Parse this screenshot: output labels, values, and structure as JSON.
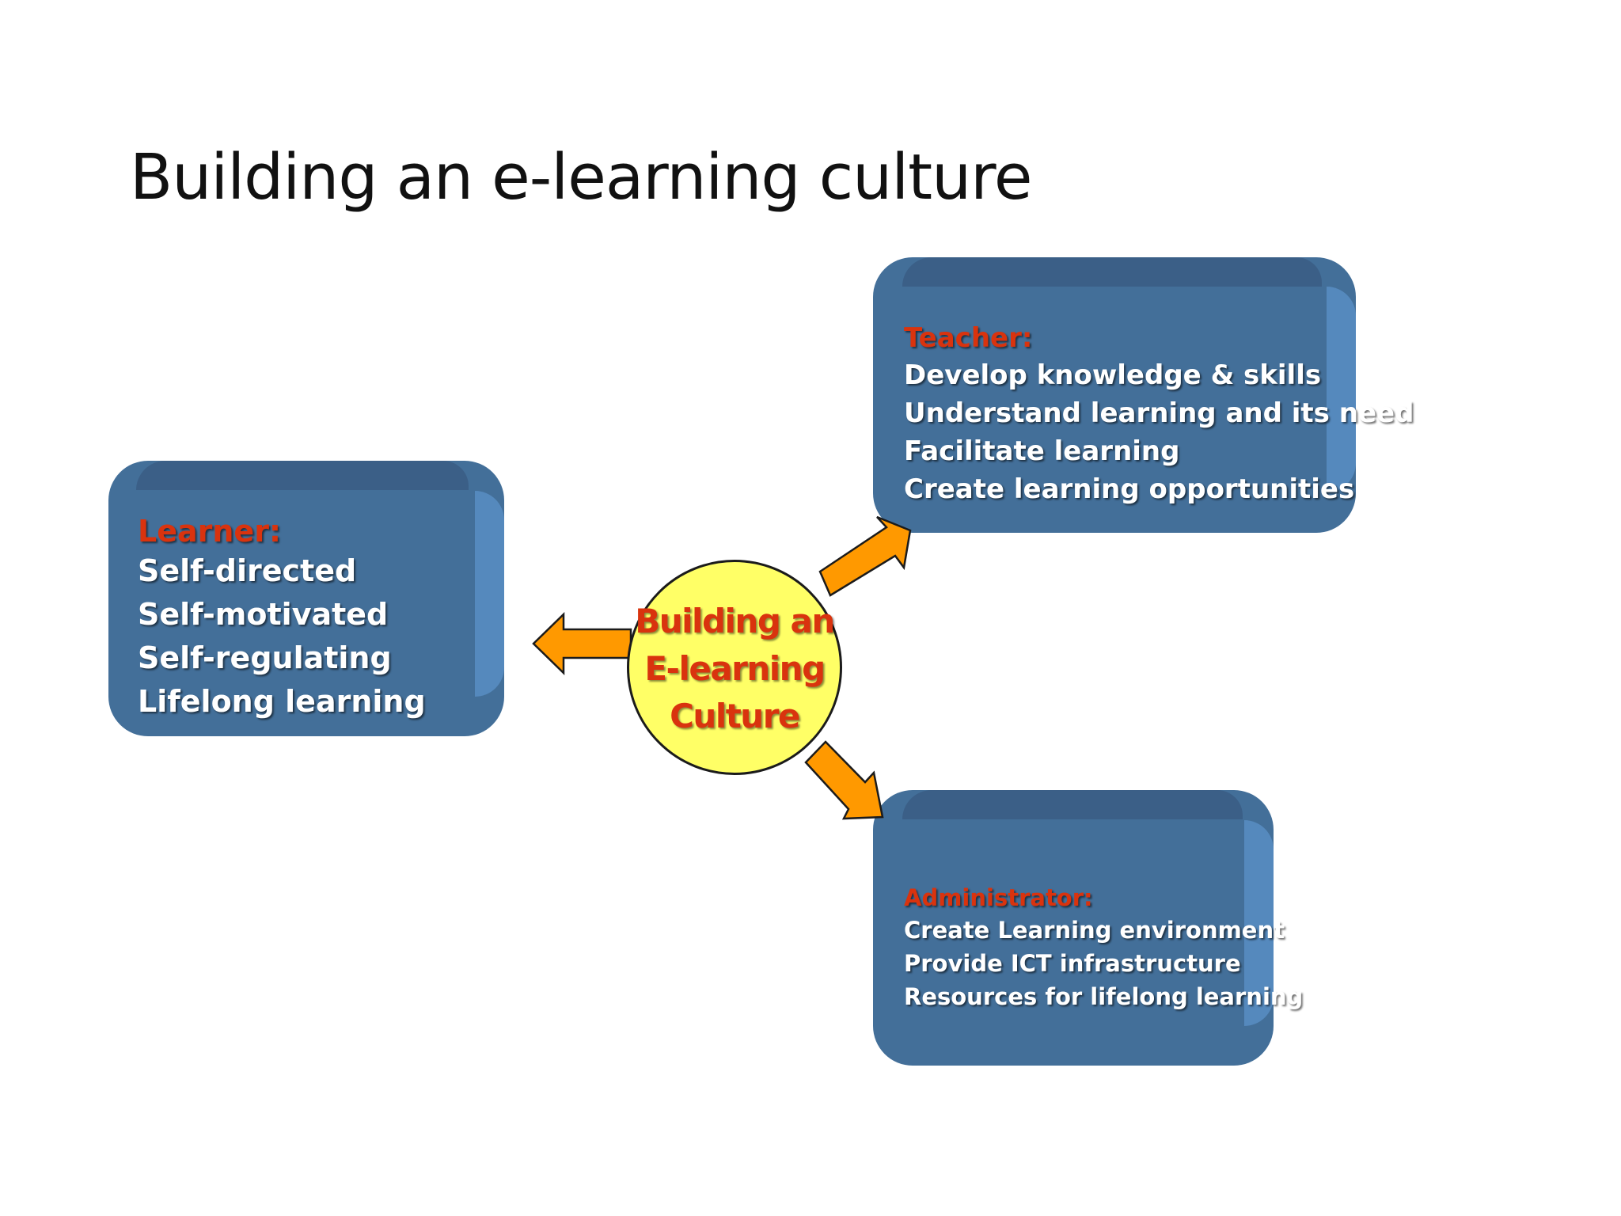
{
  "slide": {
    "title": "Building an e-learning culture"
  },
  "hub": {
    "lines": [
      "Building an",
      "E-learning",
      "Culture"
    ]
  },
  "learner": {
    "heading": "Learner:",
    "items": [
      "Self-directed",
      "Self-motivated",
      "Self-regulating",
      "Lifelong learning"
    ]
  },
  "teacher": {
    "heading": "Teacher:",
    "items": [
      "Develop knowledge & skills",
      "Understand learning and its need",
      "Facilitate learning",
      "Create learning opportunities"
    ]
  },
  "administrator": {
    "heading": "Administrator:",
    "items": [
      "Create Learning environment",
      "Provide ICT infrastructure",
      "Resources for lifelong learning"
    ]
  },
  "colors": {
    "box": "#436f99",
    "box_top": "#3b5f87",
    "box_side": "#5589bd",
    "heading": "#d9330e",
    "hub_fill": "#ffff66",
    "arrow": "#ff9900"
  }
}
